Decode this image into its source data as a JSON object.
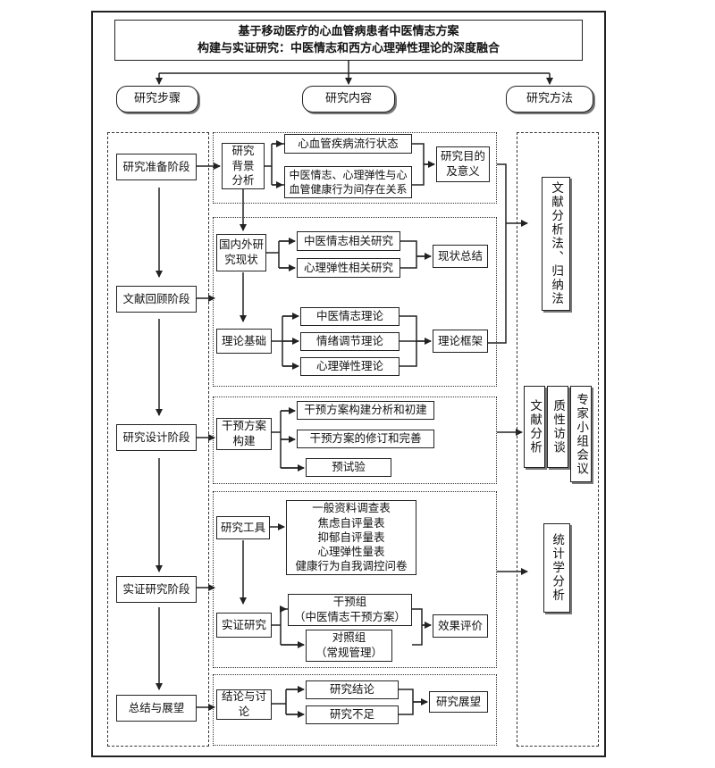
{
  "title": {
    "line1": "基于移动医疗的心血管病患者中医情志方案",
    "line2": "构建与实证研究：中医情志和西方心理弹性理论的深度融合"
  },
  "columns": {
    "steps": "研究步骤",
    "content": "研究内容",
    "methods": "研究方法"
  },
  "stages": [
    "研究准备阶段",
    "文献回顾阶段",
    "研究设计阶段",
    "实证研究阶段",
    "总结与展望"
  ],
  "prep": {
    "background": "研究\n背景\n分析",
    "item1": "心血管疾病流行状态",
    "item2": "中医情志、心理弹性与心\n血管健康行为间存在关系",
    "purpose": "研究目的\n及意义"
  },
  "review": {
    "status": "国内外研\n究现状",
    "tcm_research": "中医情志相关研究",
    "resilience_research": "心理弹性相关研究",
    "summary": "现状总结",
    "theory": "理论基础",
    "theory1": "中医情志理论",
    "theory2": "情绪调节理论",
    "theory3": "心理弹性理论",
    "framework": "理论框架"
  },
  "design": {
    "build": "干预方案\n构建",
    "step1": "干预方案构建分析和初建",
    "step2": "干预方案的修订和完善",
    "step3": "预试验"
  },
  "empirical": {
    "tools": "研究工具",
    "tool_list": "一般资料调查表\n焦虑自评量表\n抑郁自评量表\n心理弹性量表\n健康行为自我调控问卷",
    "study": "实证研究",
    "intervention": "干预组\n（中医情志干预方案）",
    "control": "对照组\n（常规管理）",
    "evaluation": "效果评价"
  },
  "conclusion": {
    "discussion": "结论与讨\n论",
    "result": "研究结论",
    "limitation": "研究不足",
    "outlook": "研究展望"
  },
  "methods": {
    "literature_induction": "文献分析法、归纳法",
    "literature_analysis": "文献分析",
    "qualitative_interview": "质性访谈",
    "expert_meeting": "专家小组会议",
    "statistics": "统计学分析"
  }
}
